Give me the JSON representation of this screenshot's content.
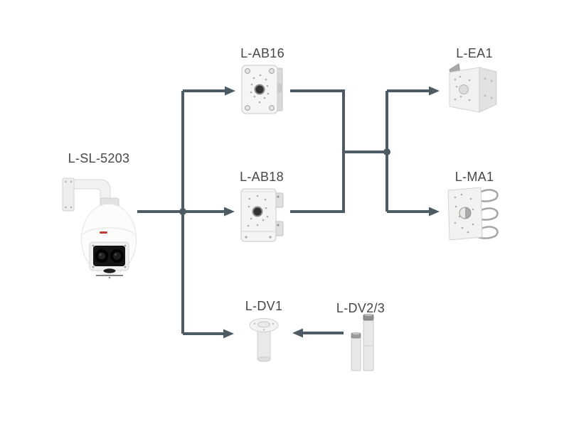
{
  "diagram": {
    "type": "product-compatibility-diagram",
    "background": "#ffffff",
    "nodes": [
      {
        "id": "camera",
        "label": "L-SL-5203",
        "illustration": "ptz-dome-camera"
      },
      {
        "id": "ab16",
        "label": "L-AB16",
        "illustration": "junction-box"
      },
      {
        "id": "ab18",
        "label": "L-AB18",
        "illustration": "junction-box-hinged"
      },
      {
        "id": "ea1",
        "label": "L-EA1",
        "illustration": "corner-mount-bracket"
      },
      {
        "id": "ma1",
        "label": "L-MA1",
        "illustration": "pole-mount-bracket"
      },
      {
        "id": "dv1",
        "label": "L-DV1",
        "illustration": "pendant-cap"
      },
      {
        "id": "dv23",
        "label": "L-DV2/3",
        "illustration": "extension-poles"
      }
    ],
    "edges": [
      {
        "from": "L-SL-5203",
        "to": "L-AB16"
      },
      {
        "from": "L-SL-5203",
        "to": "L-AB18"
      },
      {
        "from": "L-SL-5203",
        "to": "L-DV1"
      },
      {
        "from": "L-AB16",
        "to": "L-EA1"
      },
      {
        "from": "L-AB16",
        "to": "L-MA1"
      },
      {
        "from": "L-AB18",
        "to": "L-EA1"
      },
      {
        "from": "L-AB18",
        "to": "L-MA1"
      },
      {
        "from": "L-DV2/3",
        "to": "L-DV1"
      }
    ],
    "colors": {
      "connector": "#4d5b64",
      "label_text": "#474747"
    }
  }
}
